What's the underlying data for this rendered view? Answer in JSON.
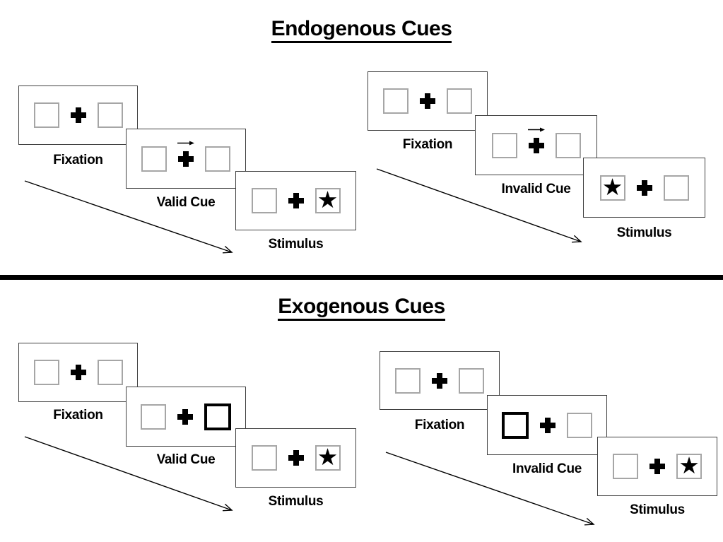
{
  "sections": [
    {
      "title": "Endogenous Cues",
      "groups": [
        {
          "name": "valid-trial-sequence",
          "trials": [
            {
              "label": "Fixation"
            },
            {
              "label": "Valid Cue"
            },
            {
              "label": "Stimulus"
            }
          ]
        },
        {
          "name": "invalid-trial-sequence",
          "trials": [
            {
              "label": "Fixation"
            },
            {
              "label": "Invalid Cue"
            },
            {
              "label": "Stimulus"
            }
          ]
        }
      ]
    },
    {
      "title": "Exogenous Cues",
      "groups": [
        {
          "name": "valid-trial-sequence",
          "trials": [
            {
              "label": "Fixation"
            },
            {
              "label": "Valid Cue"
            },
            {
              "label": "Stimulus"
            }
          ]
        },
        {
          "name": "invalid-trial-sequence",
          "trials": [
            {
              "label": "Fixation"
            },
            {
              "label": "Invalid Cue"
            },
            {
              "label": "Stimulus"
            }
          ]
        }
      ]
    }
  ],
  "glyphs": {
    "star": "★"
  },
  "colors": {
    "ink": "#000000",
    "panel_border": "#404040",
    "square_border": "#a6a6a6",
    "background": "#ffffff"
  }
}
